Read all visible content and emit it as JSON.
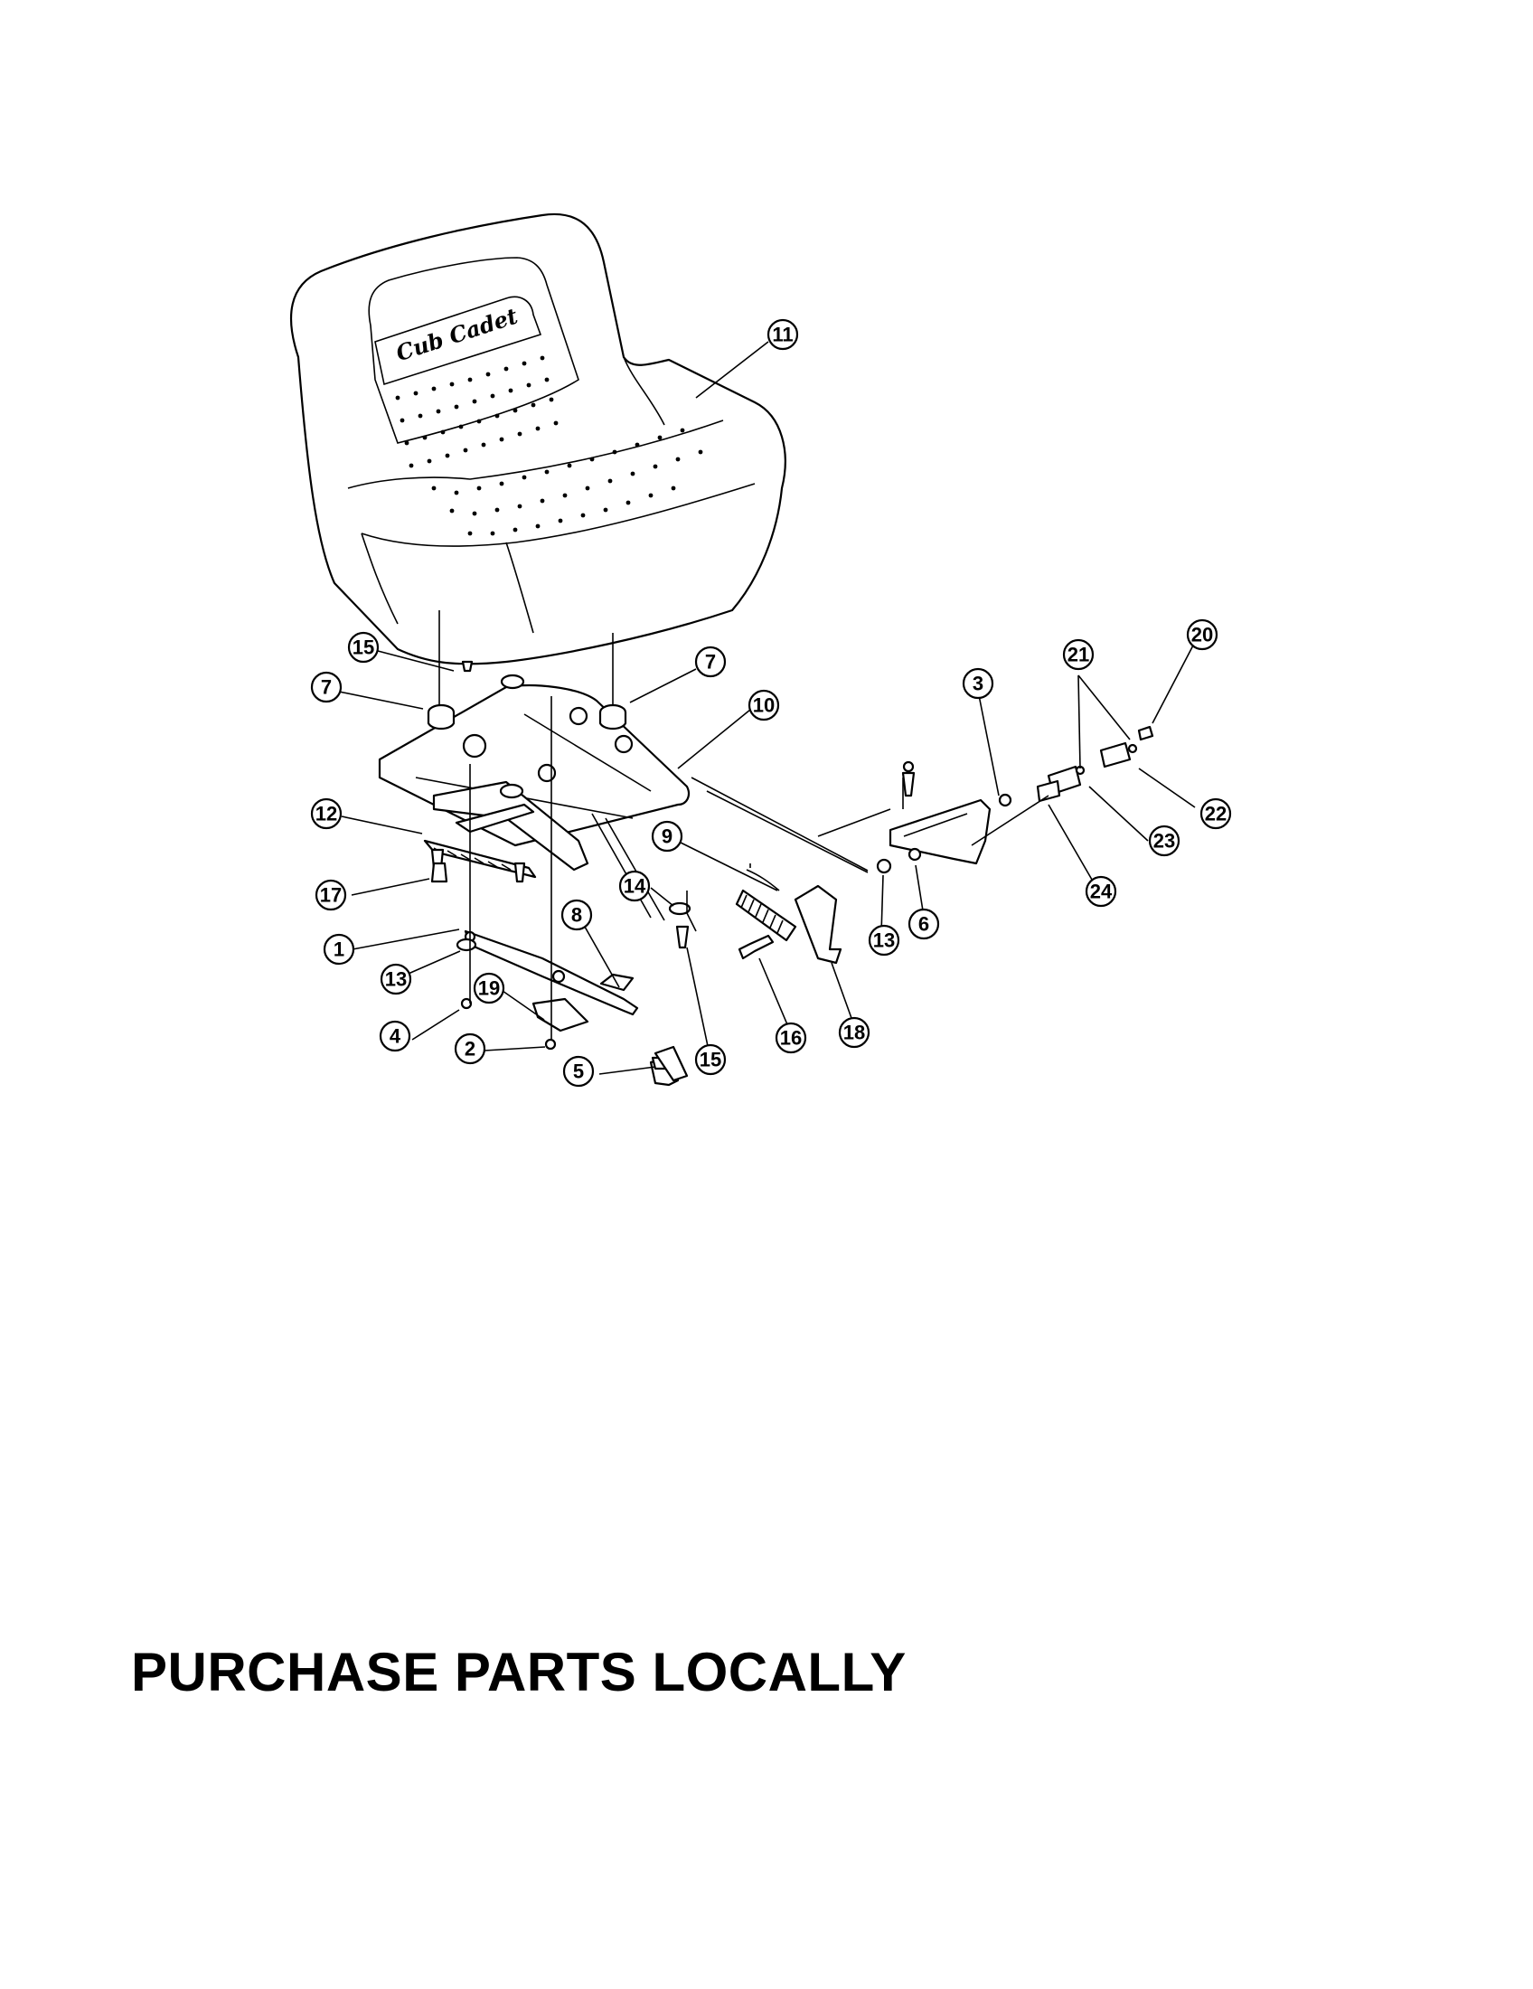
{
  "seat_logo": "Cub Cadet",
  "footer_text": "PURCHASE PARTS LOCALLY",
  "callouts": [
    {
      "label": "11"
    },
    {
      "label": "15"
    },
    {
      "label": "7"
    },
    {
      "label": "7"
    },
    {
      "label": "10"
    },
    {
      "label": "3"
    },
    {
      "label": "21"
    },
    {
      "label": "20"
    },
    {
      "label": "22"
    },
    {
      "label": "23"
    },
    {
      "label": "24"
    },
    {
      "label": "12"
    },
    {
      "label": "9"
    },
    {
      "label": "17"
    },
    {
      "label": "14"
    },
    {
      "label": "13"
    },
    {
      "label": "6"
    },
    {
      "label": "1"
    },
    {
      "label": "8"
    },
    {
      "label": "13"
    },
    {
      "label": "19"
    },
    {
      "label": "4"
    },
    {
      "label": "2"
    },
    {
      "label": "5"
    },
    {
      "label": "15"
    },
    {
      "label": "16"
    },
    {
      "label": "18"
    }
  ]
}
